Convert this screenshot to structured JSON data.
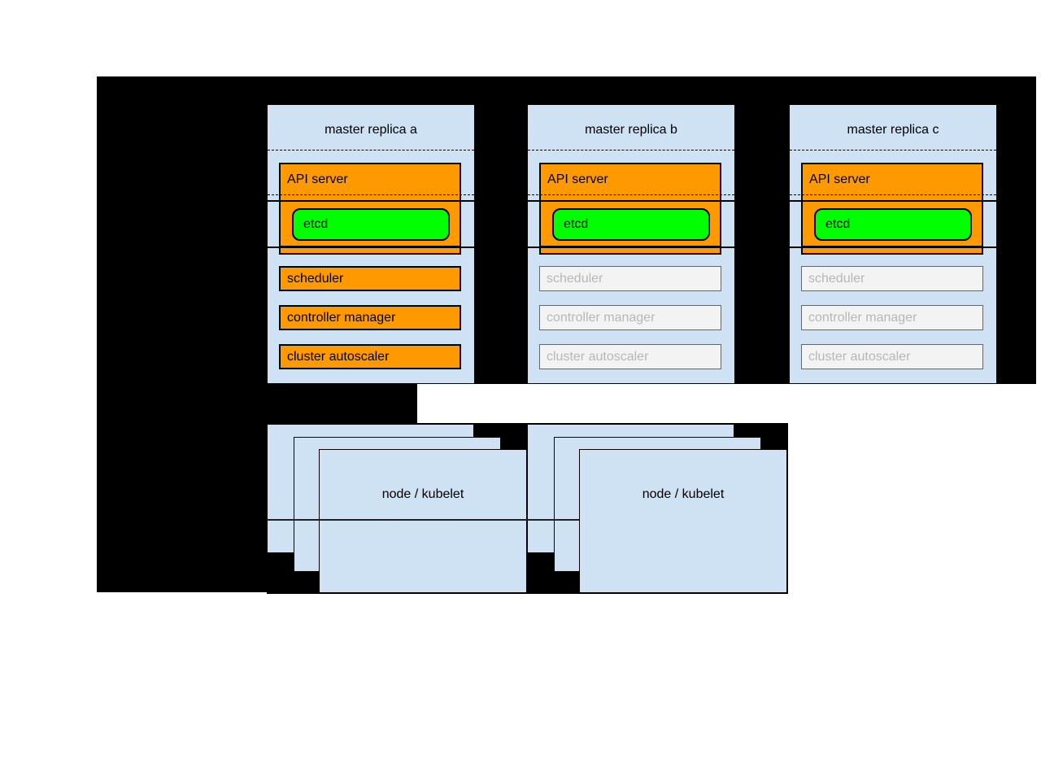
{
  "masters": [
    {
      "title": "master replica a",
      "state": "active",
      "api_server": "API server",
      "etcd": "etcd",
      "scheduler": "scheduler",
      "controller_manager": "controller manager",
      "cluster_autoscaler": "cluster autoscaler"
    },
    {
      "title": "master replica b",
      "state": "inactive",
      "api_server": "API server",
      "etcd": "etcd",
      "scheduler": "scheduler",
      "controller_manager": "controller manager",
      "cluster_autoscaler": "cluster autoscaler"
    },
    {
      "title": "master replica c",
      "state": "inactive",
      "api_server": "API server",
      "etcd": "etcd",
      "scheduler": "scheduler",
      "controller_manager": "controller manager",
      "cluster_autoscaler": "cluster autoscaler"
    }
  ],
  "nodes": [
    {
      "label": "node / kubelet"
    },
    {
      "label": "node / kubelet"
    }
  ],
  "colors": {
    "backdrop": "#000000",
    "page": "#ffffff",
    "machine_blue": "#cfe2f3",
    "active_orange": "#ff9900",
    "etcd_green": "#00ff00",
    "inactive_fill": "#f3f3f3",
    "inactive_border": "#666666",
    "inactive_text": "#b7b7b7"
  }
}
